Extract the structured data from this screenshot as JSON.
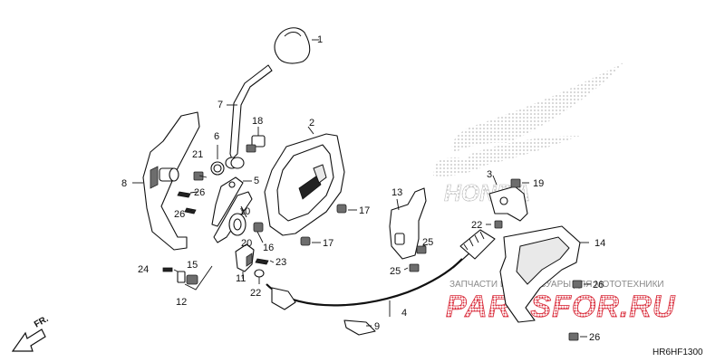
{
  "diagram": {
    "code": "HR6HF1300",
    "front_indicator": "FR.",
    "brand_watermark": "HONDA",
    "watermark": {
      "caption": "ЗАПЧАСТИ И АКСЕССУАРЫ ДЛЯ МОТОТЕХНИКИ",
      "brand": "PARTSFOR.RU"
    },
    "callouts": [
      "1",
      "2",
      "3",
      "4",
      "5",
      "6",
      "7",
      "8",
      "9",
      "10",
      "11",
      "12",
      "13",
      "14",
      "15",
      "16",
      "17",
      "17",
      "18",
      "19",
      "20",
      "21",
      "22",
      "22",
      "23",
      "24",
      "25",
      "25",
      "26",
      "26",
      "26",
      "26"
    ]
  },
  "colors": {
    "line": "#111111",
    "honda_dots": "#bdbdbd",
    "watermark_red": "#d92b3a",
    "watermark_gray": "#8a8a8a"
  }
}
